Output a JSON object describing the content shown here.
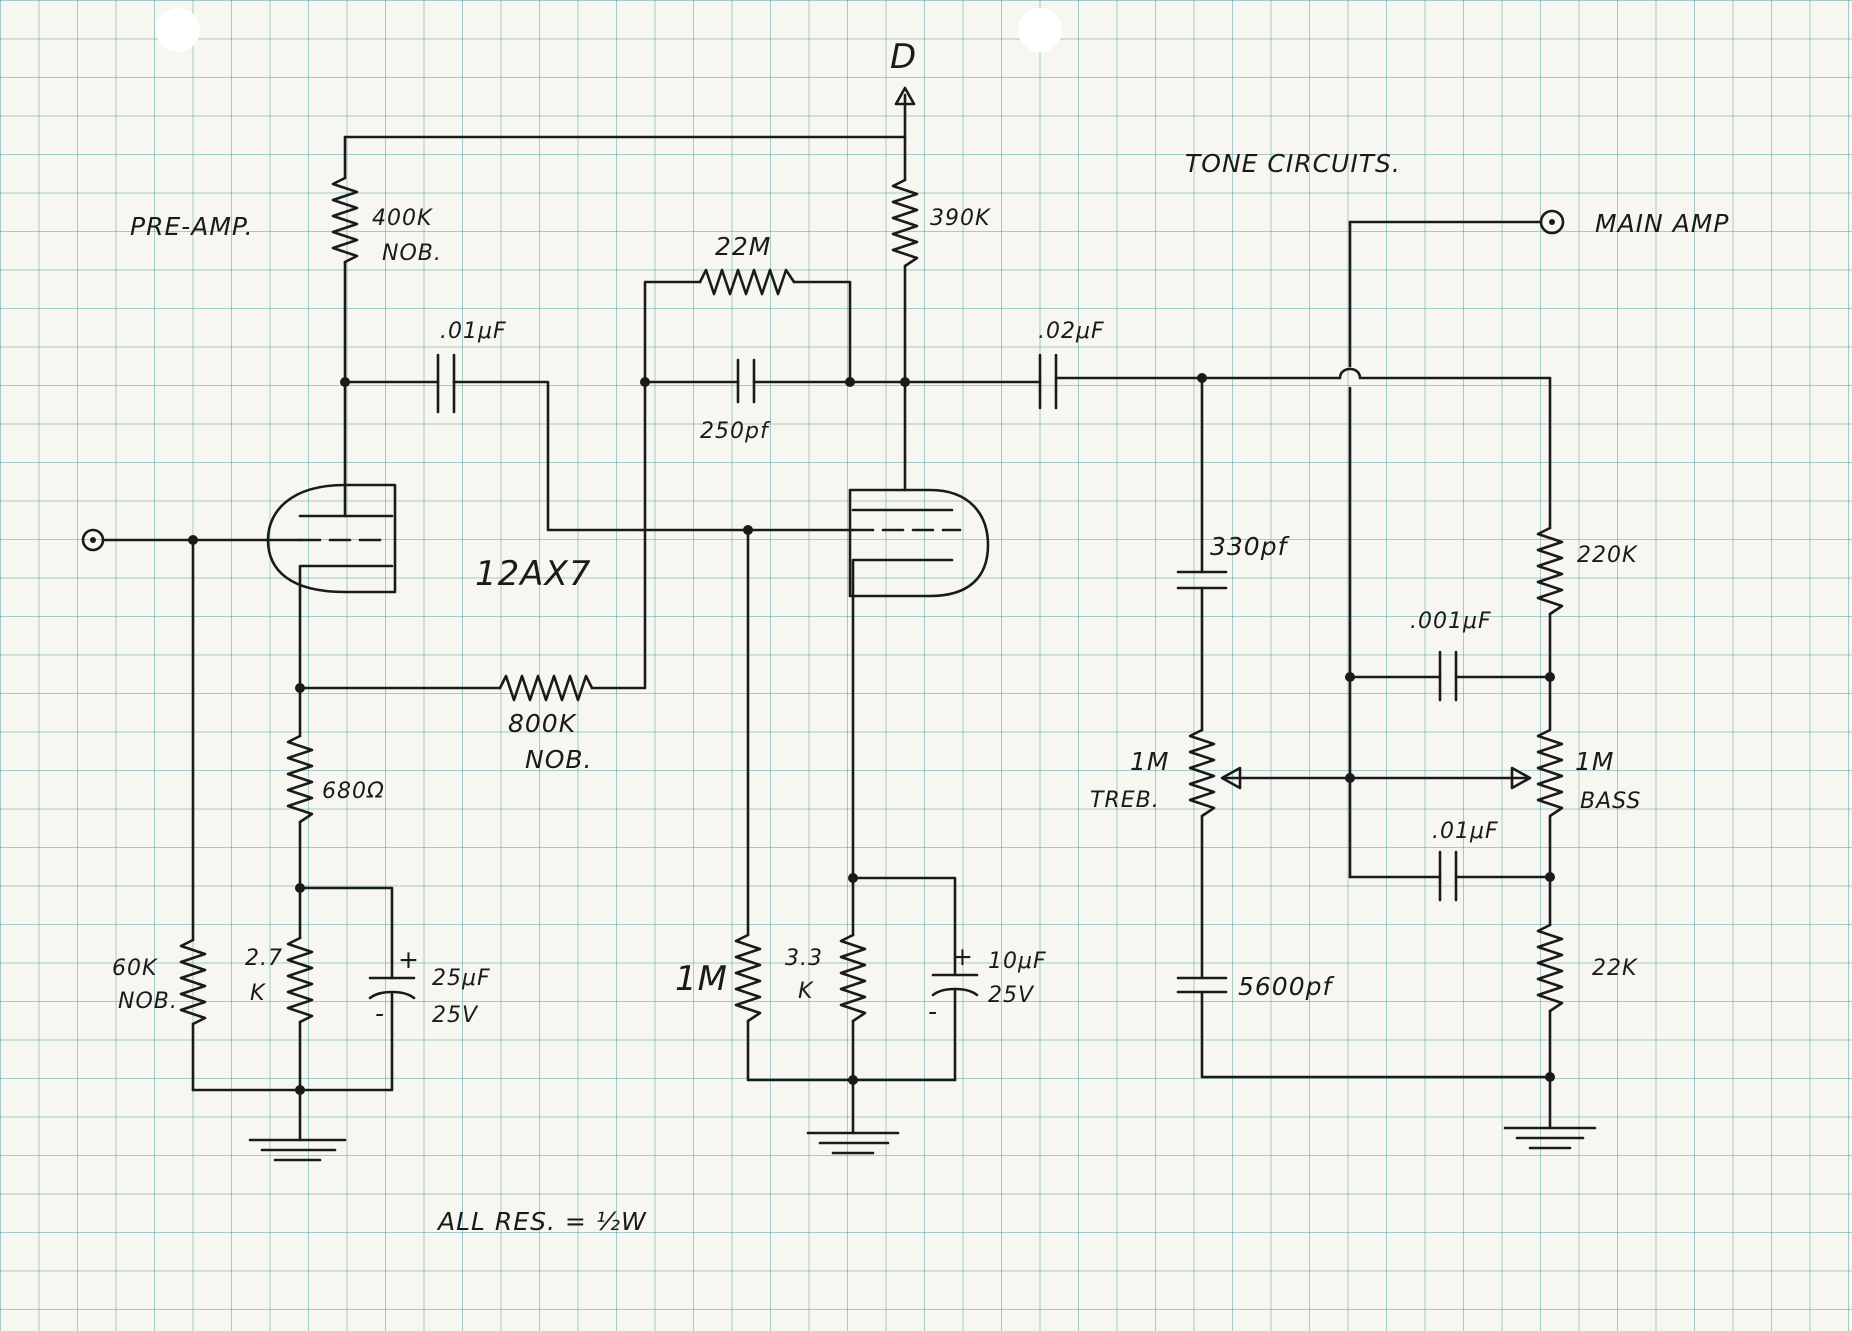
{
  "labels": {
    "d": "D",
    "tone_circuits": "TONE CIRCUITS.",
    "main_amp": "MAIN AMP",
    "pre_amp": "PRE-AMP.",
    "r400k": "400K",
    "r400k_note": "NOB.",
    "c01uf_a": ".01μF",
    "r22m": "22M",
    "r390k": "390K",
    "c250pf": "250pf",
    "c02uf": ".02μF",
    "tube": "12AX7",
    "r800k": "800K",
    "r800k_note": "NOB.",
    "r680": "680Ω",
    "r60k": "60K",
    "r60k_note": "NOB.",
    "r2_7k_a": "2.7",
    "r2_7k_b": "K",
    "c25uf": "25μF",
    "c25uf_v": "25V",
    "r1m": "1M",
    "r3_3k_a": "3.3",
    "r3_3k_b": "K",
    "c10uf": "10μF",
    "c10uf_v": "25V",
    "c330pf": "330pf",
    "treb_1m": "1M",
    "treb": "TREB.",
    "c5600pf": "5600pf",
    "r220k": "220K",
    "c001uf": ".001μF",
    "bass_1m": "1M",
    "bass": "BASS",
    "c01uf_b": ".01μF",
    "r22k": "22K",
    "plus_1": "+",
    "minus_1": "-",
    "plus_2": "+",
    "minus_2": "-",
    "all_res": "ALL RES. = ½W"
  }
}
